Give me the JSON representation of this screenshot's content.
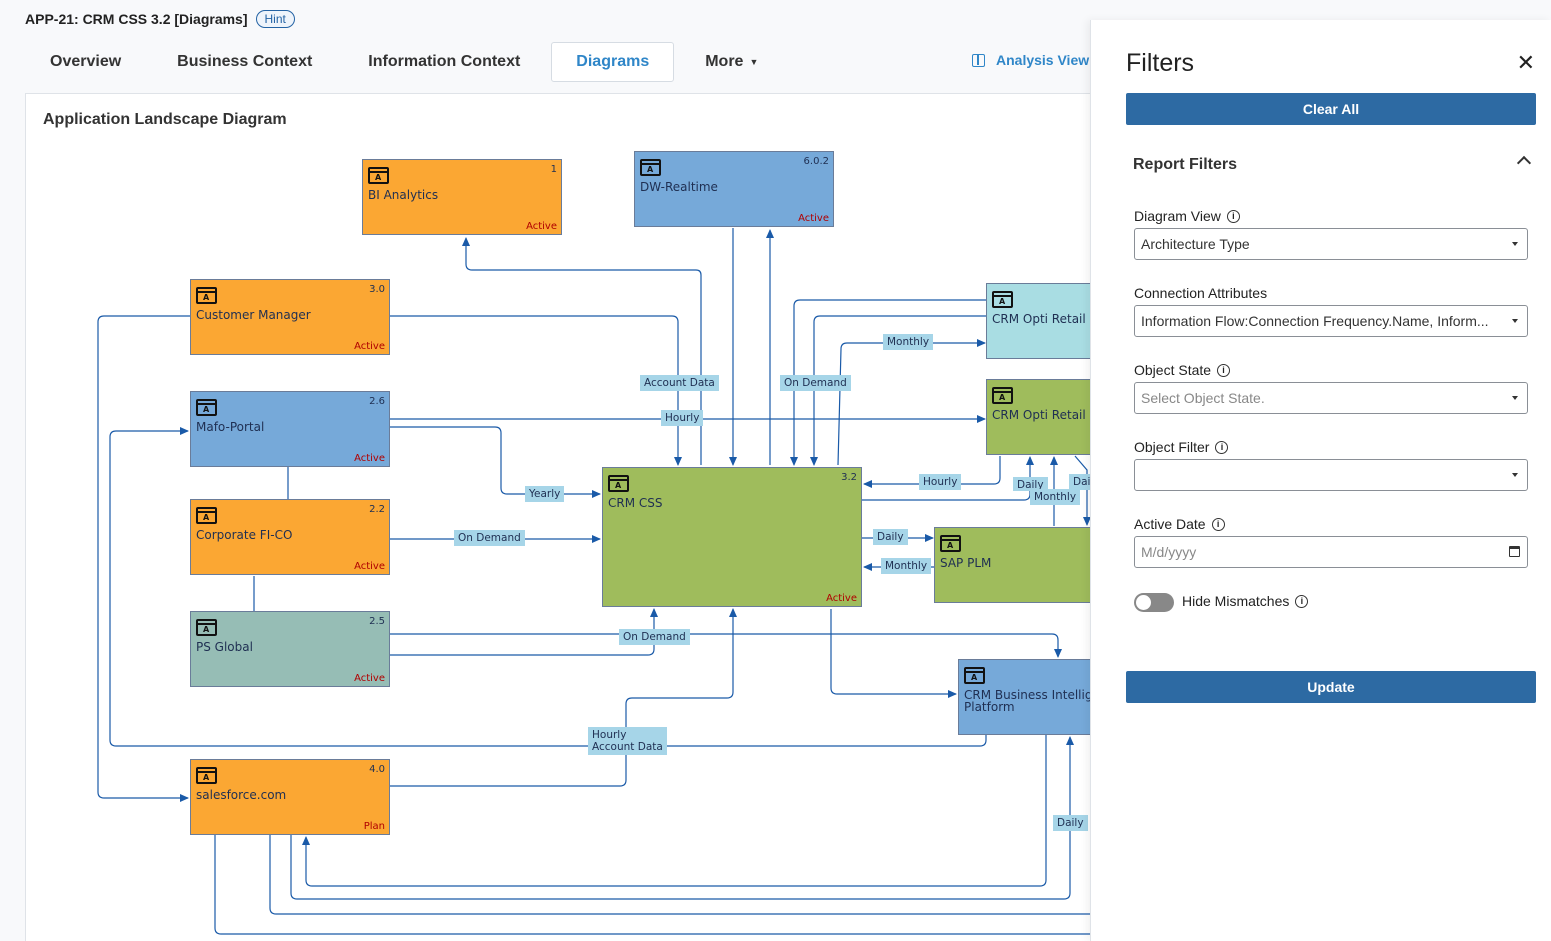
{
  "header": {
    "title": "APP-21: CRM CSS 3.2 [Diagrams]",
    "hint": "Hint"
  },
  "tabs": [
    {
      "label": "Overview"
    },
    {
      "label": "Business Context"
    },
    {
      "label": "Information Context"
    },
    {
      "label": "Diagrams"
    },
    {
      "label": "More"
    }
  ],
  "analysis_view": "Analysis View",
  "diagram": {
    "title": "Application Landscape Diagram",
    "nodes": [
      {
        "name": "BI Analytics",
        "version": "1",
        "state": "Active"
      },
      {
        "name": "DW-Realtime",
        "version": "6.0.2",
        "state": "Active"
      },
      {
        "name": "Customer Manager",
        "version": "3.0",
        "state": "Active"
      },
      {
        "name": "Mafo-Portal",
        "version": "2.6",
        "state": "Active"
      },
      {
        "name": "Corporate FI-CO",
        "version": "2.2",
        "state": "Active"
      },
      {
        "name": "PS Global",
        "version": "2.5",
        "state": "Active"
      },
      {
        "name": "salesforce.com",
        "version": "4.0",
        "state": "Plan"
      },
      {
        "name": "CRM CSS",
        "version": "3.2",
        "state": "Active"
      },
      {
        "name": "CRM Opti Retail",
        "version": "",
        "state": ""
      },
      {
        "name": "CRM Opti Retail",
        "version": "",
        "state": ""
      },
      {
        "name": "SAP PLM",
        "version": "",
        "state": ""
      },
      {
        "name": "CRM Business Intelliger\nPlatform",
        "version": "",
        "state": ""
      }
    ],
    "labels": [
      "Account Data",
      "On Demand",
      "Monthly",
      "Hourly",
      "Yearly",
      "On Demand",
      "Hourly",
      "Daily",
      "Monthly",
      "Dai",
      "Daily",
      "Monthly",
      "On Demand",
      "Hourly\nAccount Data",
      "Daily"
    ]
  },
  "filters": {
    "title": "Filters",
    "clear_all": "Clear All",
    "section": "Report Filters",
    "diagram_view_label": "Diagram View",
    "diagram_view_value": "Architecture Type",
    "connection_attributes_label": "Connection Attributes",
    "connection_attributes_value": "Information Flow:Connection Frequency.Name, Inform...",
    "object_state_label": "Object State",
    "object_state_placeholder": "Select Object State.",
    "object_filter_label": "Object Filter",
    "object_filter_value": "",
    "active_date_label": "Active Date",
    "active_date_placeholder": "M/d/yyyy",
    "hide_mismatches_label": "Hide Mismatches",
    "hide_mismatches_on": false,
    "update": "Update"
  },
  "colors": {
    "accent": "#2f86c8",
    "button": "#2d6aa3",
    "orange_node": "#fba733",
    "blue_node": "#76a9d9",
    "light_blue_node": "#a9dde3",
    "green_node": "#9fbc5c",
    "teal_node": "#96bdb5",
    "label_bg": "#a6d5e8",
    "edge": "#1a5aa8"
  }
}
